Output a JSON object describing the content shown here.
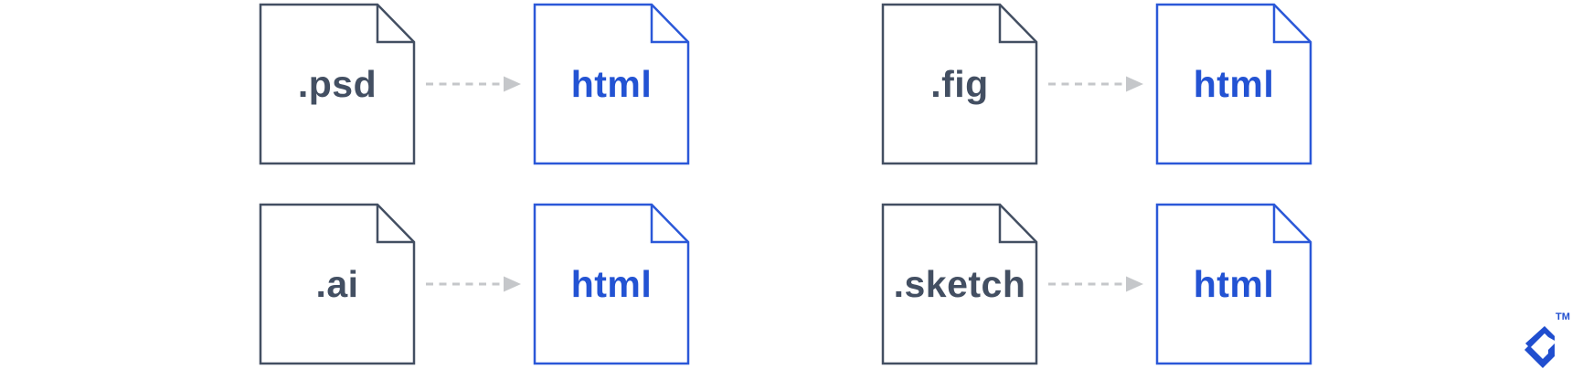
{
  "colors": {
    "background": "#ffffff",
    "ink": "#434f62",
    "blue": "#2b58d8",
    "blue_text": "#2353d3",
    "arrow": "#c5c7ca",
    "logo": "#204ecf"
  },
  "pairs": [
    {
      "source_label": ".psd",
      "target_label": "html"
    },
    {
      "source_label": ".fig",
      "target_label": "html"
    },
    {
      "source_label": ".ai",
      "target_label": "html"
    },
    {
      "source_label": ".sketch",
      "target_label": "html"
    }
  ],
  "icons": {
    "file_icon": "document-folded-corner-icon",
    "arrow_icon": "dashed-arrow-right-icon",
    "logo_icon": "toptal-logo"
  },
  "branding": {
    "trademark_label": "TM"
  }
}
